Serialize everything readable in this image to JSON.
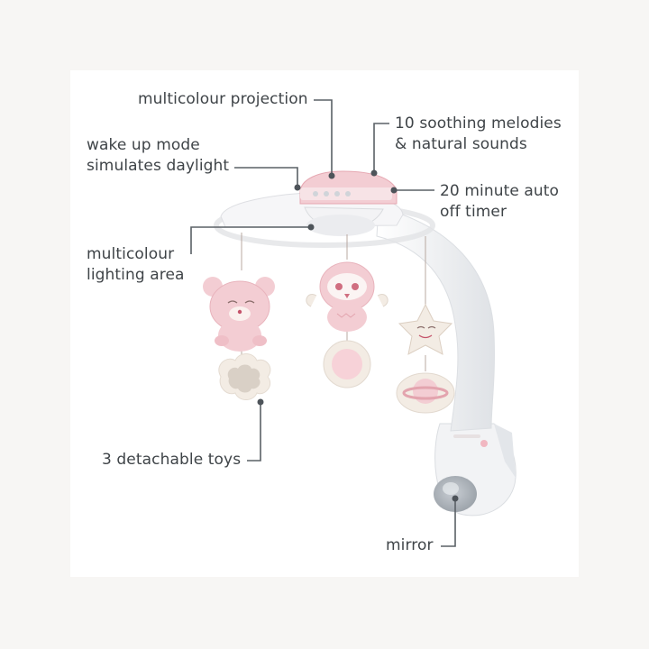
{
  "labels": {
    "projection": "multicolour projection",
    "melodies_1": "10 soothing melodies",
    "melodies_2": "& natural sounds",
    "wake_1": "wake up mode",
    "wake_2": "simulates daylight",
    "timer_1": "20 minute auto",
    "timer_2": "off timer",
    "lighting_1": "multicolour",
    "lighting_2": "lighting area",
    "toys": "3 detachable toys",
    "mirror": "mirror"
  },
  "colors": {
    "page": "#f7f6f4",
    "card": "#ffffff",
    "pink": "#f3cdd3",
    "pink_dark": "#e6a8b2",
    "cream": "#f3ece4",
    "text": "#3f4448"
  }
}
